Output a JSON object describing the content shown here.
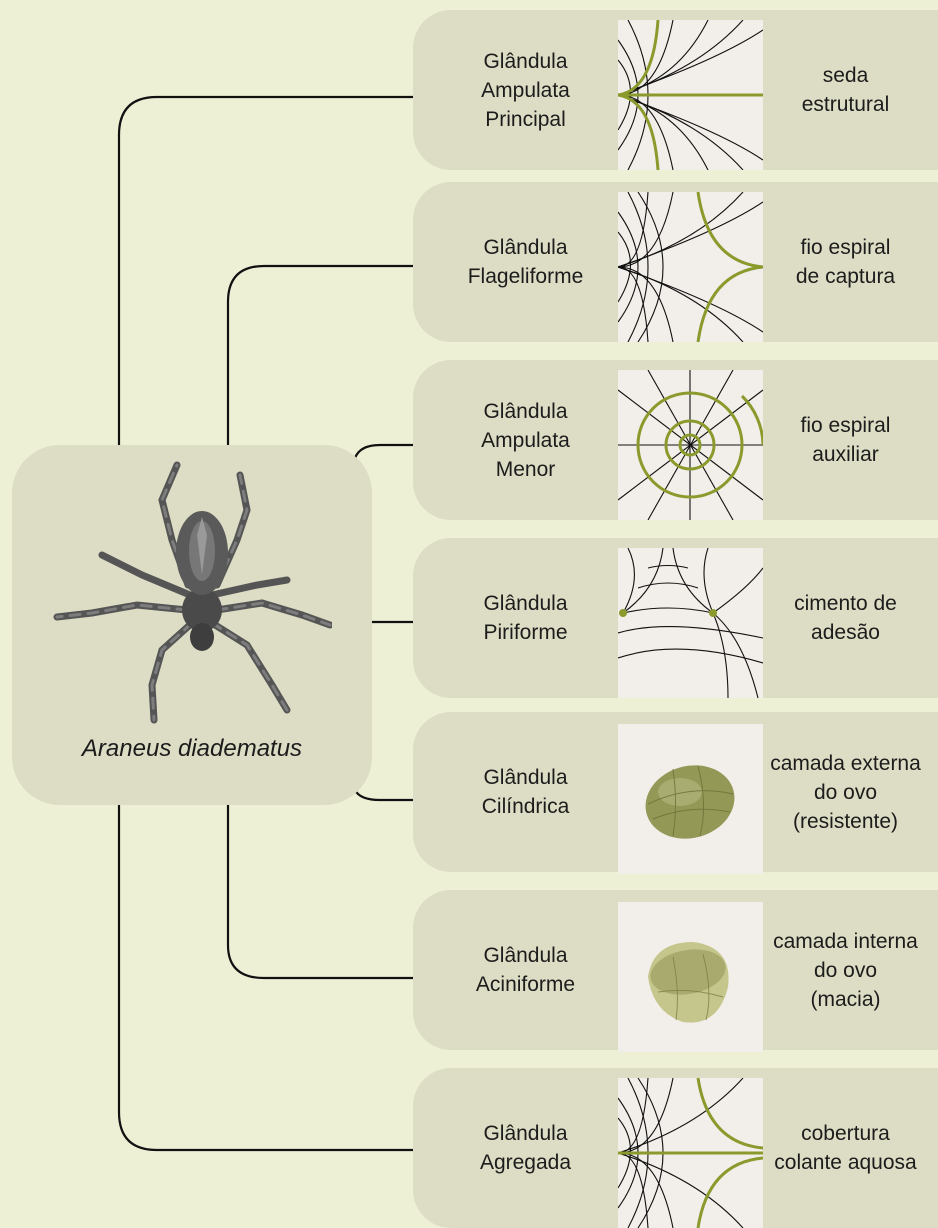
{
  "species": "Araneus diadematus",
  "colors": {
    "background": "#eef0d6",
    "card": "#dddcc4",
    "thumb": "#f2eee9",
    "accent": "#8a9a2c",
    "line": "#111111"
  },
  "glands": [
    {
      "name": "Glândula\nAmpulata\nPrincipal",
      "product": "seda\nestrutural",
      "icon": "web-corner-dragline-icon"
    },
    {
      "name": "Glândula\nFlageliforme",
      "product": "fio espiral\nde captura",
      "icon": "web-corner-capture-spiral-icon"
    },
    {
      "name": "Glândula\nAmpulata\nMenor",
      "product": "fio espiral\nauxiliar",
      "icon": "web-radial-spiral-icon"
    },
    {
      "name": "Glândula\nPiriforme",
      "product": "cimento de\nadesão",
      "icon": "web-attachment-points-icon"
    },
    {
      "name": "Glândula\nCilíndrica",
      "product": "camada externa\ndo ovo\n(resistente)",
      "icon": "egg-whole-icon"
    },
    {
      "name": "Glândula\nAciniforme",
      "product": "camada interna\ndo ovo\n(macia)",
      "icon": "egg-half-icon"
    },
    {
      "name": "Glândula\nAgregada",
      "product": "cobertura\ncolante aquosa",
      "icon": "web-corner-aqueous-icon"
    }
  ]
}
